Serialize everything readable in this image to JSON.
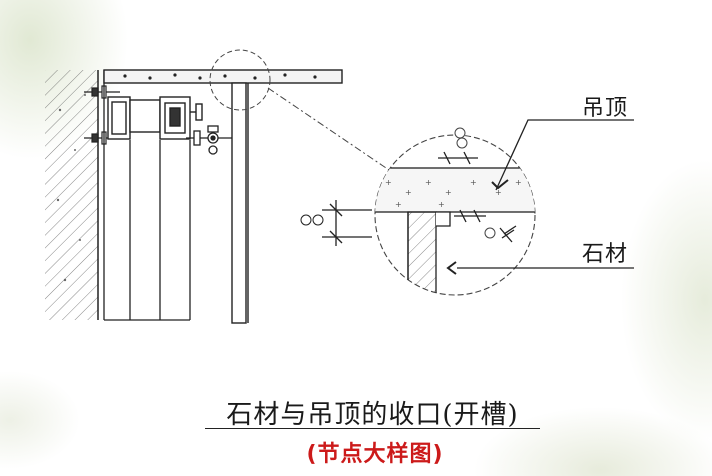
{
  "labels": {
    "ceiling": "吊顶",
    "stone": "石材"
  },
  "caption": {
    "title": "石材与吊顶的收口(开槽)",
    "subtitle": "(节点大样图)"
  },
  "colors": {
    "line": "#222222",
    "subtitle": "#cc1a1a"
  }
}
